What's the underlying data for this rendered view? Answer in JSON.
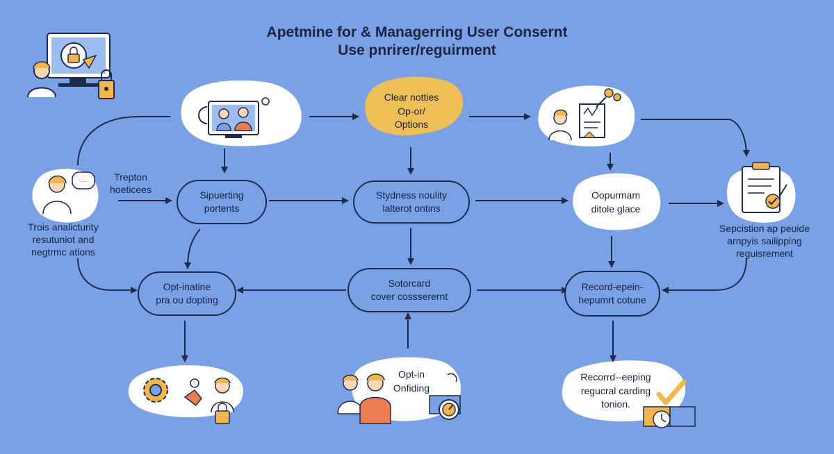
{
  "title": {
    "line1": "Apetmine for  & Managerring User Consernt",
    "line2": "Use pnrirer/reguirment"
  },
  "blobs": {
    "top_middle": [
      "Clear notties",
      "Op-or/",
      "Options"
    ],
    "right_middle": [
      "Oopurmam",
      "ditole glace"
    ],
    "bottom_middle": [
      "Opt-in",
      "Onfiding"
    ],
    "bottom_right": [
      "Recorrd--eeping",
      "regucral carding",
      "tonion."
    ]
  },
  "nodes": {
    "row1_left": [
      "Sipuerting",
      "portents"
    ],
    "row1_mid": [
      "Stydness noulity",
      "lalterot ontins"
    ],
    "row2_left": [
      "Opt-inatine",
      "pra ou dopting"
    ],
    "row2_mid": [
      "Sotorcard",
      "cover cossserernt"
    ],
    "row2_right": [
      "Record-epein-",
      "hepumrt cotune"
    ]
  },
  "side_text": {
    "left_label": [
      "Trepton",
      "hoeticees"
    ],
    "left_desc": [
      "Trois analicturity",
      "resutuniot and",
      "negtrmc ations"
    ],
    "right_desc": [
      "Sepcistion ap peuide",
      "arnpyis sailipping",
      "reguisrement"
    ]
  },
  "colors": {
    "background": "#7aa0e6",
    "line": "#1e2b4c",
    "blob": "#ffffff",
    "accent_blob": "#eebe57",
    "orange": "#ec7d52",
    "yellow": "#f2b64c"
  }
}
